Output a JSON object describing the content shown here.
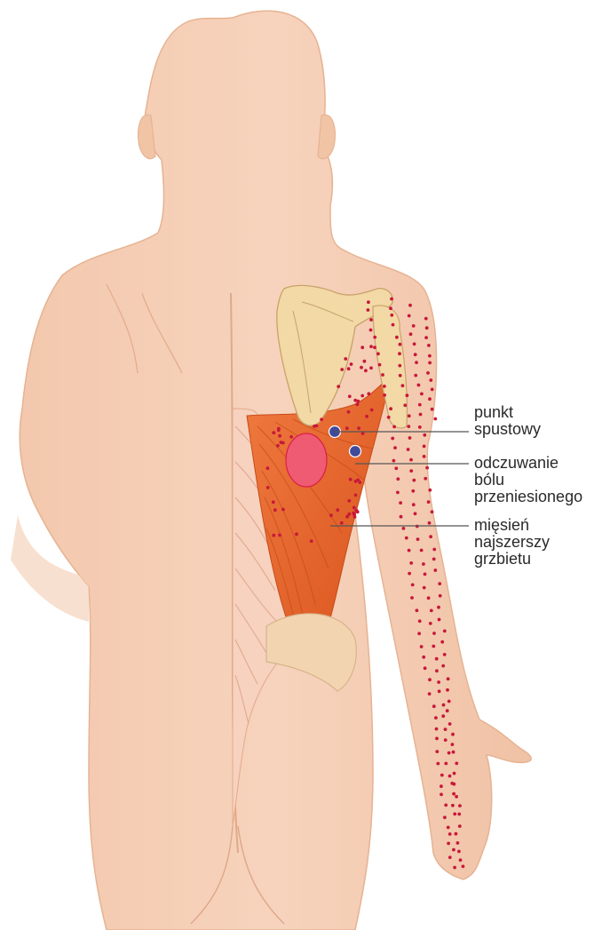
{
  "labels": {
    "trigger_point": [
      "punkt",
      "spustowy"
    ],
    "referred_pain": [
      "odczuwanie",
      "bólu",
      "przeniesionego"
    ],
    "muscle": [
      "mięsień",
      "najszerszy",
      "grzbietu"
    ]
  },
  "colors": {
    "skin": "#f5cdb4",
    "skin_shade": "#e9b597",
    "muscle": "#ea6a31",
    "muscle_dark": "#d85420",
    "bone": "#f2d9a6",
    "pain_dot": "#c8183a",
    "pain_zone": "#ef5470",
    "trigger_dot": "#3f4a9a",
    "leader": "#555555"
  }
}
